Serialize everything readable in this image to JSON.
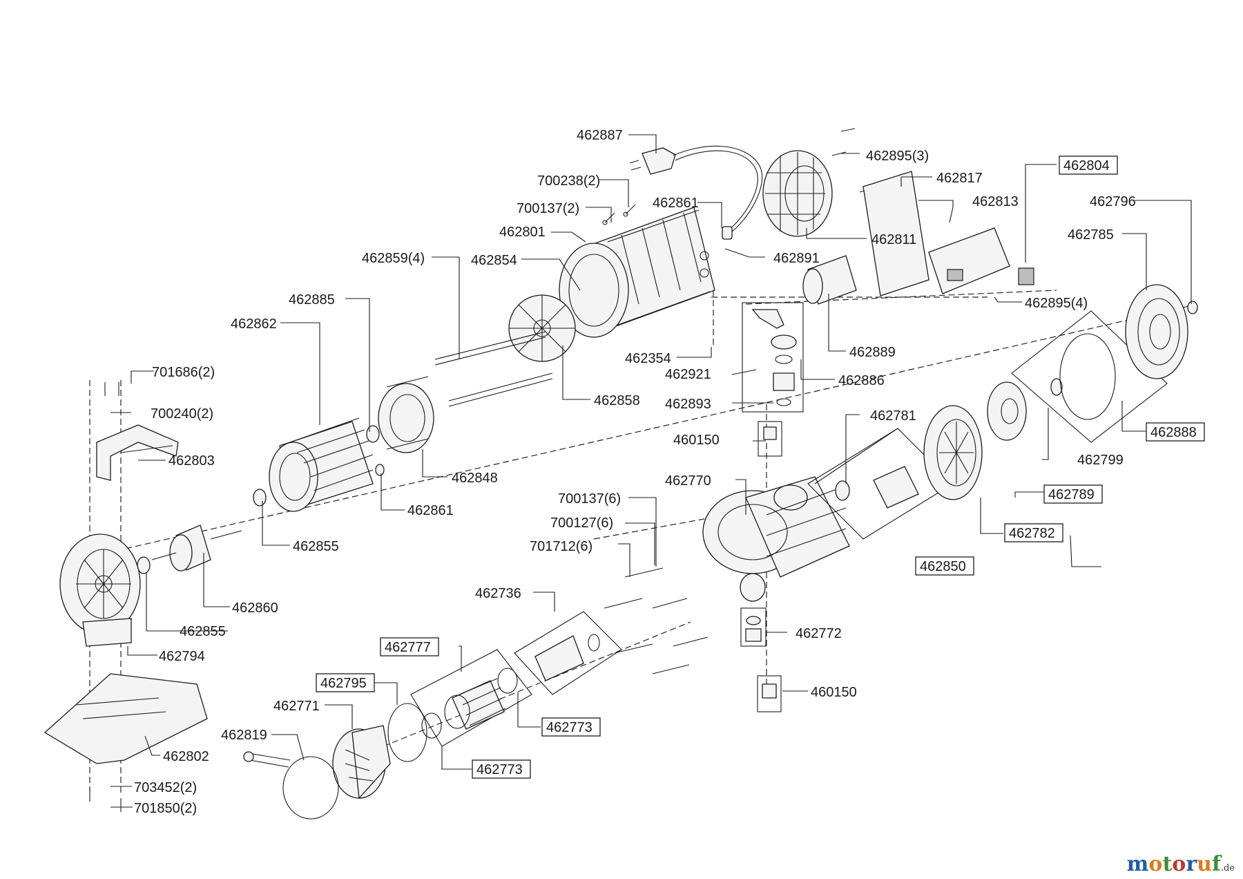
{
  "diagram": {
    "labels": [
      {
        "id": "l1",
        "text": "462887"
      },
      {
        "id": "l2",
        "text": "700238(2)"
      },
      {
        "id": "l3",
        "text": "700137(2)"
      },
      {
        "id": "l4",
        "text": "462861"
      },
      {
        "id": "l5",
        "text": "462801"
      },
      {
        "id": "l6",
        "text": "462895(3)"
      },
      {
        "id": "l7",
        "text": "462817"
      },
      {
        "id": "l8",
        "text": "462804",
        "boxed": true
      },
      {
        "id": "l9",
        "text": "462813"
      },
      {
        "id": "l10",
        "text": "462796"
      },
      {
        "id": "l11",
        "text": "462811"
      },
      {
        "id": "l12",
        "text": "462785"
      },
      {
        "id": "l13",
        "text": "462859(4)"
      },
      {
        "id": "l14",
        "text": "462854"
      },
      {
        "id": "l15",
        "text": "462891"
      },
      {
        "id": "l16",
        "text": "462895(4)"
      },
      {
        "id": "l17",
        "text": "462885"
      },
      {
        "id": "l18",
        "text": "462862"
      },
      {
        "id": "l19",
        "text": "462354"
      },
      {
        "id": "l20",
        "text": "462889"
      },
      {
        "id": "l21",
        "text": "462921"
      },
      {
        "id": "l22",
        "text": "462886"
      },
      {
        "id": "l23",
        "text": "462858"
      },
      {
        "id": "l24",
        "text": "462893"
      },
      {
        "id": "l25",
        "text": "701686(2)"
      },
      {
        "id": "l26",
        "text": "700240(2)"
      },
      {
        "id": "l27",
        "text": "462781"
      },
      {
        "id": "l28",
        "text": "462888",
        "boxed": true
      },
      {
        "id": "l29",
        "text": "460150"
      },
      {
        "id": "l30",
        "text": "462803"
      },
      {
        "id": "l31",
        "text": "462848"
      },
      {
        "id": "l32",
        "text": "462799"
      },
      {
        "id": "l33",
        "text": "462770"
      },
      {
        "id": "l34",
        "text": "462861"
      },
      {
        "id": "l35",
        "text": "700137(6)"
      },
      {
        "id": "l36",
        "text": "462789",
        "boxed": true
      },
      {
        "id": "l37",
        "text": "700127(6)"
      },
      {
        "id": "l38",
        "text": "462782",
        "boxed": true
      },
      {
        "id": "l39",
        "text": "701712(6)"
      },
      {
        "id": "l40",
        "text": "462855"
      },
      {
        "id": "l41",
        "text": "462850",
        "boxed": true
      },
      {
        "id": "l42",
        "text": "462736"
      },
      {
        "id": "l43",
        "text": "462860"
      },
      {
        "id": "l44",
        "text": "462855"
      },
      {
        "id": "l45",
        "text": "462772"
      },
      {
        "id": "l46",
        "text": "462777",
        "boxed": true
      },
      {
        "id": "l47",
        "text": "462794"
      },
      {
        "id": "l48",
        "text": "462795",
        "boxed": true
      },
      {
        "id": "l49",
        "text": "460150"
      },
      {
        "id": "l50",
        "text": "462771"
      },
      {
        "id": "l51",
        "text": "462773",
        "boxed": true
      },
      {
        "id": "l52",
        "text": "462819"
      },
      {
        "id": "l53",
        "text": "462802"
      },
      {
        "id": "l54",
        "text": "462773",
        "boxed": true
      },
      {
        "id": "l55",
        "text": "703452(2)"
      },
      {
        "id": "l56",
        "text": "701850(2)"
      }
    ]
  },
  "watermark": {
    "letters": [
      "m",
      "o",
      "t",
      "o",
      "r",
      "u",
      "f"
    ],
    "colors": [
      "#1f5fa8",
      "#e07b1a",
      "#3a8f3a",
      "#c0392b",
      "#1f5fa8",
      "#e07b1a",
      "#3a8f3a"
    ],
    "suffix": ".de"
  }
}
